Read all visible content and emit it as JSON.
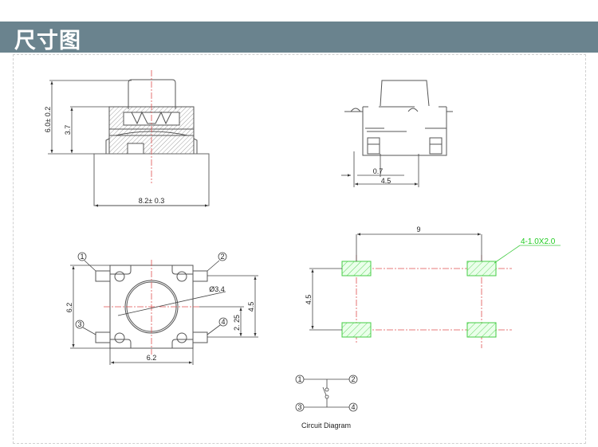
{
  "header": {
    "title": "尺寸图"
  },
  "front_view": {
    "height_dim": "6.0± 0.2",
    "body_height_dim": "3.7",
    "width_dim": "8.2± 0.3"
  },
  "side_view": {
    "pin_dim": "0.7",
    "span_dim": "4.5"
  },
  "top_view": {
    "height_dim": "6.2",
    "width_dim": "6.2",
    "diameter_dim": "Ø3.4",
    "pin_pitch_dim": "4.5",
    "half_pitch_dim": "2. 25",
    "pins": [
      "1",
      "2",
      "3",
      "4"
    ]
  },
  "pcb_layout": {
    "x_pitch": "9",
    "y_pitch": "4.5",
    "pad_label": "4-1.0X2.0",
    "pad_color": "#44cc44"
  },
  "circuit": {
    "pins": [
      "1",
      "2",
      "3",
      "4"
    ],
    "caption": "Circuit Diagram"
  }
}
